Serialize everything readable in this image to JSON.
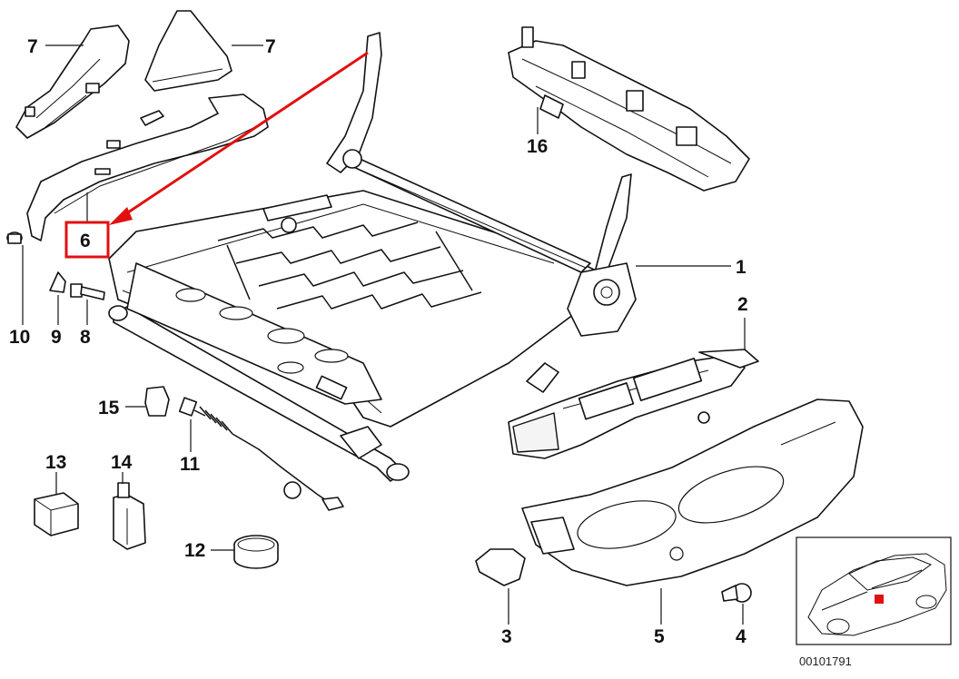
{
  "callouts": {
    "c1": "1",
    "c2": "2",
    "c3": "3",
    "c4": "4",
    "c5": "5",
    "c6": "6",
    "c7a": "7",
    "c7b": "7",
    "c8": "8",
    "c9": "9",
    "c10": "10",
    "c11": "11",
    "c12": "12",
    "c13": "13",
    "c14": "14",
    "c15": "15",
    "c16": "16"
  },
  "reference_code": "00101791",
  "colors": {
    "line": "#111111",
    "highlight": "#e01010",
    "background": "#ffffff"
  },
  "icons": {
    "car_thumbnail": "car-silhouette-icon"
  }
}
